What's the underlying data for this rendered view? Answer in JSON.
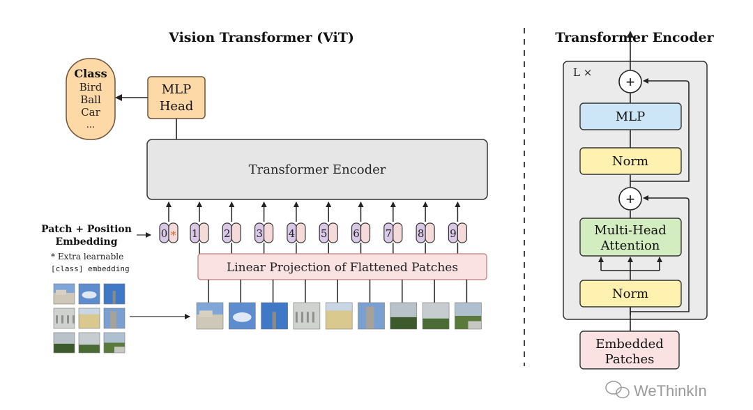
{
  "vit": {
    "title": "Vision Transformer (ViT)",
    "class_box": {
      "title": "Class",
      "items": [
        "Bird",
        "Ball",
        "Car",
        "..."
      ]
    },
    "mlp_head": [
      "MLP",
      "Head"
    ],
    "encoder_label": "Transformer Encoder",
    "embedding_label": [
      "Patch + Position",
      "Embedding"
    ],
    "extra_note": [
      "* Extra learnable",
      "[class] embedding"
    ],
    "tokens": [
      "0",
      "1",
      "2",
      "3",
      "4",
      "5",
      "6",
      "7",
      "8",
      "9"
    ],
    "class_token_marker": "*",
    "linear_projection": "Linear Projection of Flattened Patches"
  },
  "encoder_detail": {
    "title": "Transformer Encoder",
    "repeat": "L ×",
    "mlp": "MLP",
    "norm_top": "Norm",
    "attention": [
      "Multi-Head",
      "Attention"
    ],
    "norm_bottom": "Norm",
    "plus": "+",
    "embedded": [
      "Embedded",
      "Patches"
    ]
  },
  "watermark": "WeThinkIn",
  "colors": {
    "class_fill": "#fdd9a8",
    "class_stroke": "#7a5a3a",
    "mlp_head_fill": "#fdd9a8",
    "encoder_fill": "#e6e6e6",
    "token_fill": "#d9c8e6",
    "token_pos_fill": "#f5dada",
    "projection_fill": "#fbe2e2",
    "projection_stroke": "#c88f8f",
    "mlp_fill": "#cce6f7",
    "norm_fill": "#fff2b0",
    "attention_fill": "#d4edc0",
    "embedded_fill": "#fbe2e2",
    "outer_fill": "#ebebeb"
  },
  "patch_images": [
    "building-sky",
    "sky-blue",
    "sky-tower",
    "building-facade",
    "building-yellow",
    "building-tower",
    "garden-left",
    "garden-building",
    "garden-right"
  ]
}
